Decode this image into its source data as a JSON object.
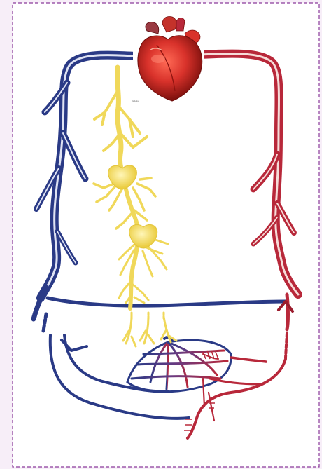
{
  "diagram": {
    "elements": [
      {
        "name": "heart-image",
        "kind": "image"
      },
      {
        "name": "vein-network",
        "kind": "vessel",
        "color": "#2a3a86"
      },
      {
        "name": "artery-network",
        "kind": "vessel",
        "color": "#b8283a"
      },
      {
        "name": "lymphatic-network",
        "kind": "vessel",
        "color": "#f0d85a"
      },
      {
        "name": "capillary-bed",
        "kind": "vessel"
      }
    ],
    "heart_caption": "labels"
  },
  "colors": {
    "background": "#f7eef8",
    "border": "#8a3a9a",
    "canvas": "#ffffff",
    "vein": "#2a3a86",
    "vein_highlight": "#dfe3f3",
    "artery": "#b8283a",
    "artery_highlight": "#f6dcd9",
    "lymph": "#f0d85a",
    "lymph_node": "#f7e35f",
    "heart_main": "#d9322b",
    "heart_dark": "#8e1410"
  }
}
